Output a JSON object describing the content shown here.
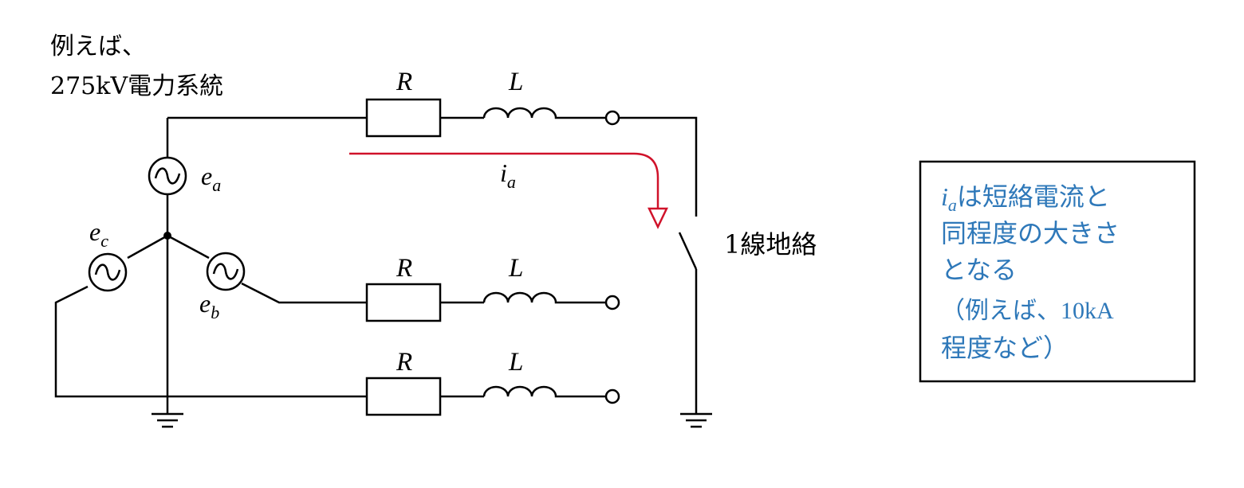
{
  "caption": {
    "line1": "例えば、",
    "line2": "275kV電力系統"
  },
  "symbols": {
    "resistor": "R",
    "inductor": "L",
    "ea_main": "e",
    "ea_sub": "a",
    "eb_main": "e",
    "eb_sub": "b",
    "ec_main": "e",
    "ec_sub": "c",
    "ia_main": "i",
    "ia_sub": "a"
  },
  "fault_label": "1線地絡",
  "note": {
    "symbol_main": "i",
    "symbol_sub": "a",
    "line1_rest": "は短絡電流と",
    "line2": "同程度の大きさ",
    "line3": "となる",
    "line4": "（例えば、10kA",
    "line5": "程度など）"
  },
  "colors": {
    "wire": "#000000",
    "fault_current": "#d0122a",
    "note_text": "#2e78b9",
    "note_border": "#000000"
  },
  "icons": [
    "ac-source-icon",
    "resistor-icon",
    "inductor-icon",
    "terminal-icon",
    "ground-icon",
    "switch-icon",
    "arrow-down-icon"
  ]
}
